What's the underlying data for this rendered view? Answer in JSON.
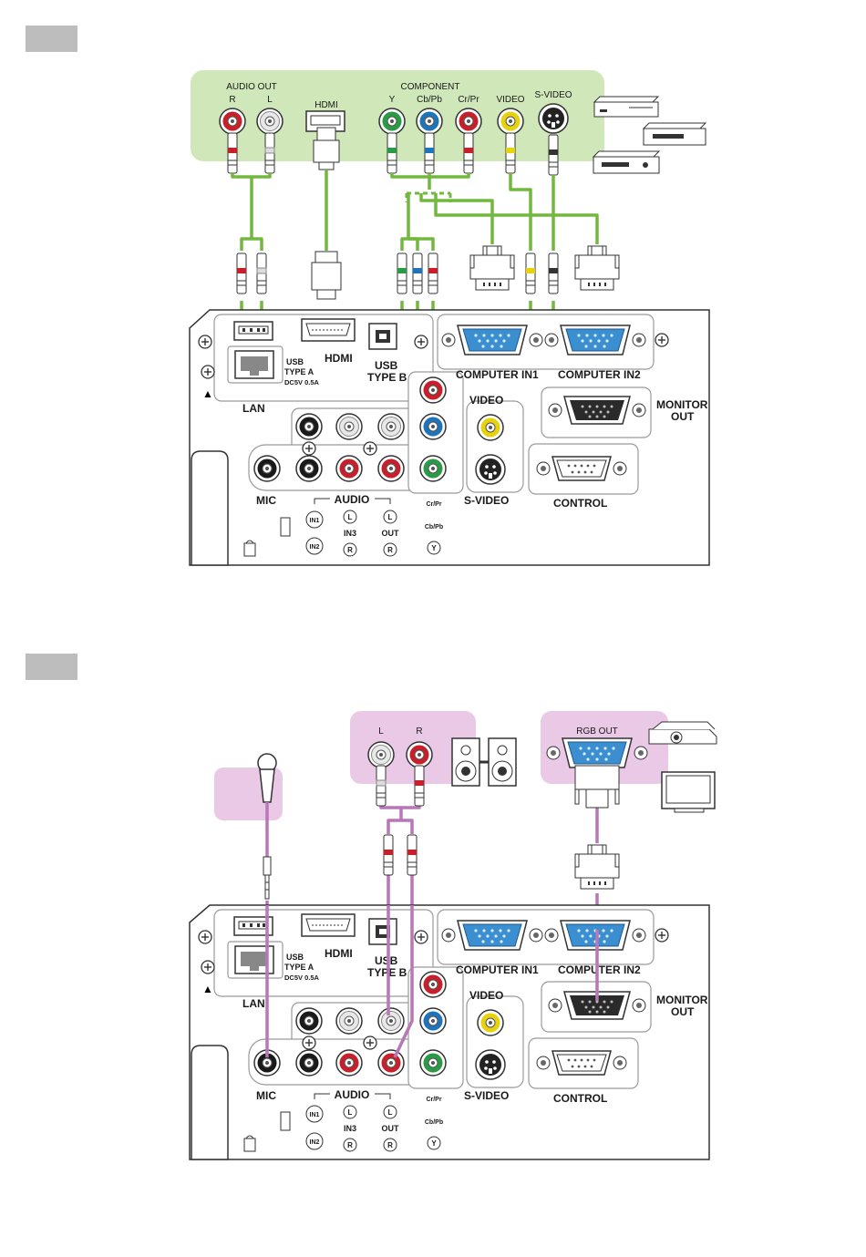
{
  "diagram1": {
    "source": {
      "audio_out": "AUDIO OUT",
      "r": "R",
      "l": "L",
      "hdmi": "HDMI",
      "component": "COMPONENT",
      "y": "Y",
      "cbpb": "Cb/Pb",
      "crpr": "Cr/Pr",
      "video": "VIDEO",
      "svideo": "S-VIDEO"
    }
  },
  "diagram2": {
    "speaker": {
      "l": "L",
      "r": "R"
    },
    "rgb_out": "RGB OUT"
  },
  "panel": {
    "usb_a_line1": "USB",
    "usb_a_line2": "TYPE A",
    "usb_a_line3": "DC5V 0.5A",
    "hdmi": "HDMI",
    "usb_b_line1": "USB",
    "usb_b_line2": "TYPE B",
    "lan": "LAN",
    "computer_in1": "COMPUTER IN1",
    "computer_in2": "COMPUTER IN2",
    "monitor_out_line1": "MONITOR",
    "monitor_out_line2": "OUT",
    "video": "VIDEO",
    "svideo": "S-VIDEO",
    "control": "CONTROL",
    "mic": "MIC",
    "audio": "AUDIO",
    "in1": "IN1",
    "in2": "IN2",
    "in3": "IN3",
    "out": "OUT",
    "l": "L",
    "r": "R",
    "crpr": "Cr/Pr",
    "cbpb": "Cb/Pb",
    "y": "Y"
  },
  "colors": {
    "green_cable": "#72b83e",
    "green_bg": "#cfe7b9",
    "pink_cable": "#b877b6",
    "pink_bg": "#e9c9e6",
    "red": "#c8202a",
    "blue": "#1f73b8",
    "green": "#2b9a46",
    "yellow": "#e8d20b",
    "vga": "#3b8fd1"
  }
}
